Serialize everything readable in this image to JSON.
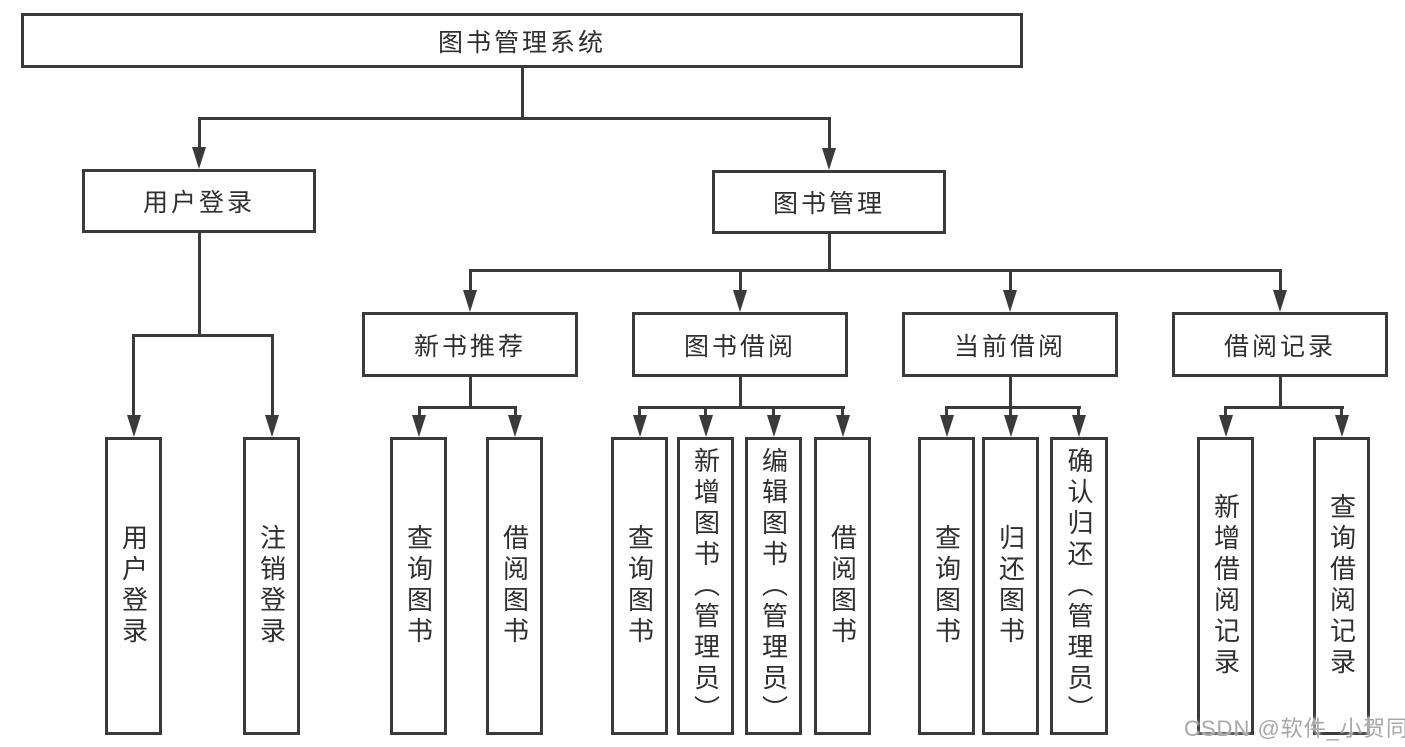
{
  "diagram_title": "图书管理系统",
  "tree": {
    "label": "图书管理系统",
    "children": [
      {
        "label": "用户登录",
        "children": [
          {
            "label": "用户登录"
          },
          {
            "label": "注销登录"
          }
        ]
      },
      {
        "label": "图书管理",
        "children": [
          {
            "label": "新书推荐",
            "children": [
              {
                "label": "查询图书"
              },
              {
                "label": "借阅图书"
              }
            ]
          },
          {
            "label": "图书借阅",
            "children": [
              {
                "label": "查询图书"
              },
              {
                "label": "新增图书（管理员）"
              },
              {
                "label": "编辑图书（管理员）"
              },
              {
                "label": "借阅图书"
              }
            ]
          },
          {
            "label": "当前借阅",
            "children": [
              {
                "label": "查询图书"
              },
              {
                "label": "归还图书"
              },
              {
                "label": "确认归还（管理员）"
              }
            ]
          },
          {
            "label": "借阅记录",
            "children": [
              {
                "label": "新增借阅记录"
              },
              {
                "label": "查询借阅记录"
              }
            ]
          }
        ]
      }
    ]
  },
  "watermark": {
    "text": "CSDN @软件_小贺同学",
    "color": "#a8a8a8"
  },
  "colors": {
    "line": "#3a3a3a",
    "box_border": "#3a3a3a",
    "text": "#2f2f2f",
    "background": "#ffffff"
  }
}
